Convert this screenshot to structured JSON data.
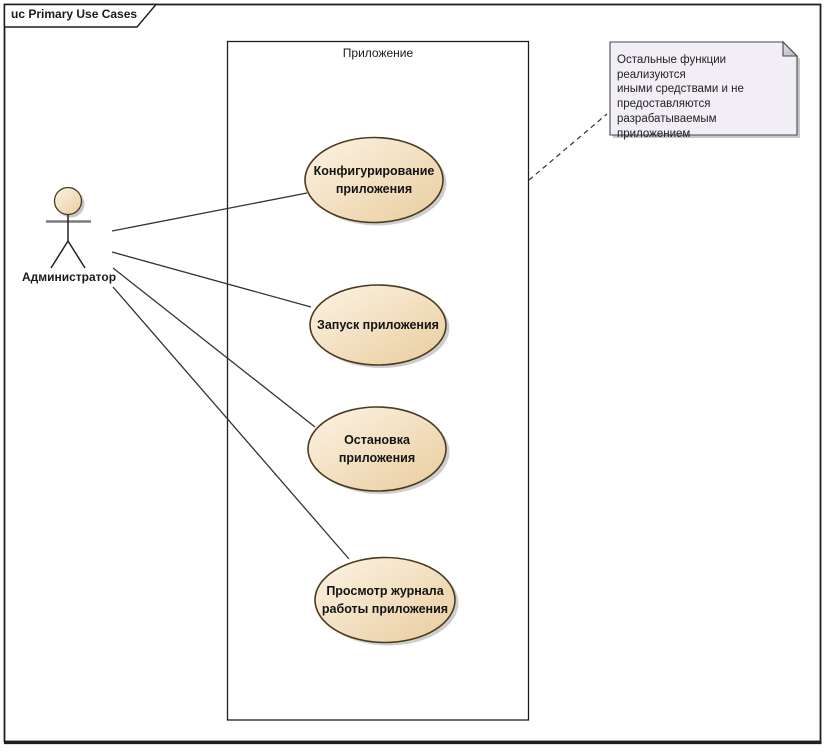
{
  "frame": {
    "label": "uc Primary Use Cases",
    "type_keyword": "uc"
  },
  "system_boundary": {
    "label": "Приложение"
  },
  "actor": {
    "label": "Администратор"
  },
  "use_cases": [
    {
      "id": "configure-app",
      "label": "Конфигурирование\nприложения"
    },
    {
      "id": "start-app",
      "label": "Запуск приложения"
    },
    {
      "id": "stop-app",
      "label": "Остановка\nприложения"
    },
    {
      "id": "view-log",
      "label": "Просмотр журнала\nработы приложения"
    }
  ],
  "note": {
    "text": "Остальные функции реализуются\nиными средствами и не\nпредоставляются\nразрабатываемым приложением"
  },
  "connectors": {
    "associations_count": "4",
    "note_link_style": "dashed"
  },
  "colors": {
    "ellipse_fill_light": "#fcf4e4",
    "ellipse_fill_dark": "#e9cc9e",
    "ellipse_border": "#4a3b20",
    "line": "#333333",
    "note_fill": "#f2eef6",
    "note_fold": "#cac4d0",
    "shadow": "#bdbdbd",
    "frame_border": "#1f1f1f",
    "background": "#ffffff"
  }
}
